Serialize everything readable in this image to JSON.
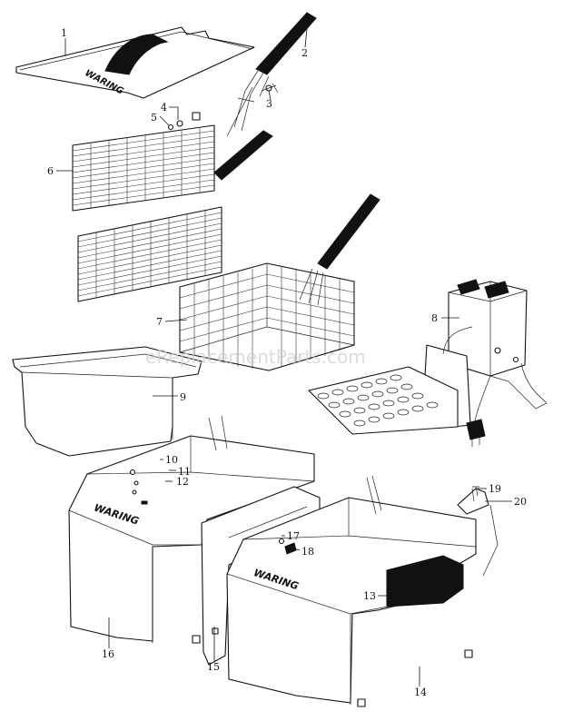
{
  "watermark": "eReplacementParts.com",
  "brand": "WARING",
  "labels": [
    {
      "id": "1",
      "text": "1"
    },
    {
      "id": "2",
      "text": "2"
    },
    {
      "id": "3",
      "text": "3"
    },
    {
      "id": "4",
      "text": "4"
    },
    {
      "id": "5",
      "text": "5"
    },
    {
      "id": "6",
      "text": "6"
    },
    {
      "id": "7",
      "text": "7"
    },
    {
      "id": "8",
      "text": "8"
    },
    {
      "id": "9",
      "text": "9"
    },
    {
      "id": "10",
      "text": "10"
    },
    {
      "id": "11",
      "text": "11"
    },
    {
      "id": "12",
      "text": "12"
    },
    {
      "id": "13",
      "text": "13"
    },
    {
      "id": "14",
      "text": "14"
    },
    {
      "id": "15",
      "text": "15"
    },
    {
      "id": "16",
      "text": "16"
    },
    {
      "id": "17",
      "text": "17"
    },
    {
      "id": "18",
      "text": "18"
    },
    {
      "id": "19",
      "text": "19"
    },
    {
      "id": "20",
      "text": "20"
    }
  ]
}
